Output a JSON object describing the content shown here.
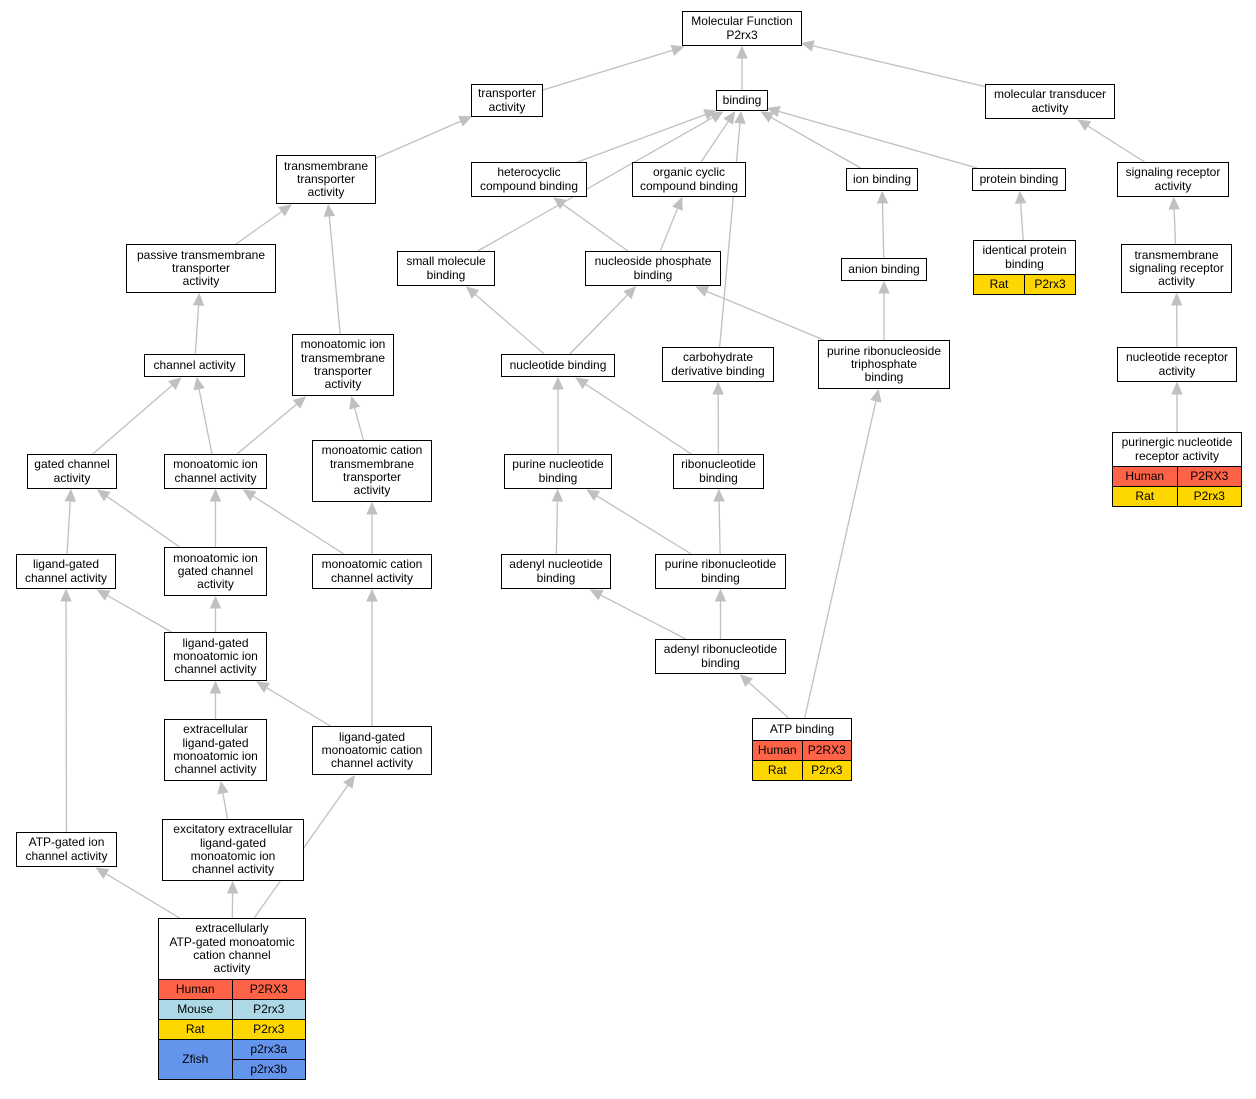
{
  "colors": {
    "human": "#ff6347",
    "mouse": "#add8e6",
    "rat": "#ffd700",
    "zfish": "#6495ed",
    "edge": "#c0c0c0"
  },
  "nodes": [
    {
      "id": "mf",
      "lines": [
        "Molecular Function",
        "P2rx3"
      ]
    },
    {
      "id": "transporter",
      "lines": [
        "transporter",
        "activity"
      ]
    },
    {
      "id": "binding",
      "lines": [
        "binding"
      ]
    },
    {
      "id": "mol-transducer",
      "lines": [
        "molecular transducer",
        "activity"
      ]
    },
    {
      "id": "tm-transporter",
      "lines": [
        "transmembrane",
        "transporter",
        "activity"
      ]
    },
    {
      "id": "heterocyclic",
      "lines": [
        "heterocyclic",
        "compound binding"
      ]
    },
    {
      "id": "organic-cyclic",
      "lines": [
        "organic cyclic",
        "compound binding"
      ]
    },
    {
      "id": "ion-binding",
      "lines": [
        "ion binding"
      ]
    },
    {
      "id": "protein-binding",
      "lines": [
        "protein binding"
      ]
    },
    {
      "id": "signaling-receptor",
      "lines": [
        "signaling receptor",
        "activity"
      ]
    },
    {
      "id": "passive-tm",
      "lines": [
        "passive transmembrane",
        "transporter",
        "activity"
      ]
    },
    {
      "id": "small-molecule",
      "lines": [
        "small molecule",
        "binding"
      ]
    },
    {
      "id": "nucleoside-phosphate",
      "lines": [
        "nucleoside phosphate",
        "binding"
      ]
    },
    {
      "id": "anion-binding",
      "lines": [
        "anion binding"
      ]
    },
    {
      "id": "identical-protein",
      "lines": [
        "identical protein",
        "binding"
      ],
      "orthologs": [
        {
          "species": "Rat",
          "color": "rat",
          "genes": [
            "P2rx3"
          ]
        }
      ]
    },
    {
      "id": "tm-signaling",
      "lines": [
        "transmembrane",
        "signaling receptor",
        "activity"
      ]
    },
    {
      "id": "channel",
      "lines": [
        "channel activity"
      ]
    },
    {
      "id": "ion-tm-transporter",
      "lines": [
        "monoatomic ion",
        "transmembrane",
        "transporter",
        "activity"
      ]
    },
    {
      "id": "nucleotide-binding",
      "lines": [
        "nucleotide binding"
      ]
    },
    {
      "id": "carbohydrate-deriv",
      "lines": [
        "carbohydrate",
        "derivative binding"
      ]
    },
    {
      "id": "purine-rnts",
      "lines": [
        "purine ribonucleoside",
        "triphosphate",
        "binding"
      ]
    },
    {
      "id": "nucleotide-receptor",
      "lines": [
        "nucleotide receptor",
        "activity"
      ]
    },
    {
      "id": "gated-channel",
      "lines": [
        "gated channel",
        "activity"
      ]
    },
    {
      "id": "ion-channel",
      "lines": [
        "monoatomic ion",
        "channel activity"
      ]
    },
    {
      "id": "cation-tm-transporter",
      "lines": [
        "monoatomic cation",
        "transmembrane",
        "transporter",
        "activity"
      ]
    },
    {
      "id": "purine-nucleotide",
      "lines": [
        "purine nucleotide",
        "binding"
      ]
    },
    {
      "id": "ribonucleotide",
      "lines": [
        "ribonucleotide",
        "binding"
      ]
    },
    {
      "id": "purinergic",
      "lines": [
        "purinergic nucleotide",
        "receptor activity"
      ],
      "orthologs": [
        {
          "species": "Human",
          "color": "human",
          "genes": [
            "P2RX3"
          ]
        },
        {
          "species": "Rat",
          "color": "rat",
          "genes": [
            "P2rx3"
          ]
        }
      ]
    },
    {
      "id": "ligand-gated-channel",
      "lines": [
        "ligand-gated",
        "channel activity"
      ]
    },
    {
      "id": "ion-gated-channel",
      "lines": [
        "monoatomic ion",
        "gated channel",
        "activity"
      ]
    },
    {
      "id": "cation-channel",
      "lines": [
        "monoatomic cation",
        "channel activity"
      ]
    },
    {
      "id": "adenyl-nucleotide",
      "lines": [
        "adenyl nucleotide",
        "binding"
      ]
    },
    {
      "id": "purine-ribonucleotide",
      "lines": [
        "purine ribonucleotide",
        "binding"
      ]
    },
    {
      "id": "lg-ion-channel",
      "lines": [
        "ligand-gated",
        "monoatomic ion",
        "channel activity"
      ]
    },
    {
      "id": "adenyl-ribonucleotide",
      "lines": [
        "adenyl ribonucleotide",
        "binding"
      ]
    },
    {
      "id": "ec-lg-ion-channel",
      "lines": [
        "extracellular",
        "ligand-gated",
        "monoatomic ion",
        "channel activity"
      ]
    },
    {
      "id": "lg-cation-channel",
      "lines": [
        "ligand-gated",
        "monoatomic cation",
        "channel activity"
      ]
    },
    {
      "id": "atp-binding",
      "lines": [
        "ATP binding"
      ],
      "orthologs": [
        {
          "species": "Human",
          "color": "human",
          "genes": [
            "P2RX3"
          ]
        },
        {
          "species": "Rat",
          "color": "rat",
          "genes": [
            "P2rx3"
          ]
        }
      ]
    },
    {
      "id": "atp-gated-ion",
      "lines": [
        "ATP-gated ion",
        "channel activity"
      ]
    },
    {
      "id": "excitatory-ec",
      "lines": [
        "excitatory extracellular",
        "ligand-gated",
        "monoatomic ion",
        "channel activity"
      ]
    },
    {
      "id": "ec-atp-gated",
      "lines": [
        "extracellularly",
        "ATP-gated monoatomic",
        "cation channel",
        "activity"
      ],
      "orthologs": [
        {
          "species": "Human",
          "color": "human",
          "genes": [
            "P2RX3"
          ]
        },
        {
          "species": "Mouse",
          "color": "mouse",
          "genes": [
            "P2rx3"
          ]
        },
        {
          "species": "Rat",
          "color": "rat",
          "genes": [
            "P2rx3"
          ]
        },
        {
          "species": "Zfish",
          "color": "zfish",
          "genes": [
            "p2rx3a",
            "p2rx3b"
          ]
        }
      ]
    }
  ],
  "edges": [
    [
      "transporter",
      "mf"
    ],
    [
      "binding",
      "mf"
    ],
    [
      "mol-transducer",
      "mf"
    ],
    [
      "tm-transporter",
      "transporter"
    ],
    [
      "heterocyclic",
      "binding"
    ],
    [
      "organic-cyclic",
      "binding"
    ],
    [
      "ion-binding",
      "binding"
    ],
    [
      "protein-binding",
      "binding"
    ],
    [
      "small-molecule",
      "binding"
    ],
    [
      "carbohydrate-deriv",
      "binding"
    ],
    [
      "signaling-receptor",
      "mol-transducer"
    ],
    [
      "passive-tm",
      "tm-transporter"
    ],
    [
      "ion-tm-transporter",
      "tm-transporter"
    ],
    [
      "nucleoside-phosphate",
      "heterocyclic"
    ],
    [
      "nucleoside-phosphate",
      "organic-cyclic"
    ],
    [
      "anion-binding",
      "ion-binding"
    ],
    [
      "identical-protein",
      "protein-binding"
    ],
    [
      "tm-signaling",
      "signaling-receptor"
    ],
    [
      "channel",
      "passive-tm"
    ],
    [
      "nucleotide-binding",
      "small-molecule"
    ],
    [
      "nucleotide-binding",
      "nucleoside-phosphate"
    ],
    [
      "purine-rnts",
      "nucleoside-phosphate"
    ],
    [
      "purine-rnts",
      "anion-binding"
    ],
    [
      "nucleotide-receptor",
      "tm-signaling"
    ],
    [
      "gated-channel",
      "channel"
    ],
    [
      "ion-channel",
      "channel"
    ],
    [
      "ion-channel",
      "ion-tm-transporter"
    ],
    [
      "cation-tm-transporter",
      "ion-tm-transporter"
    ],
    [
      "purine-nucleotide",
      "nucleotide-binding"
    ],
    [
      "ribonucleotide",
      "nucleotide-binding"
    ],
    [
      "ribonucleotide",
      "carbohydrate-deriv"
    ],
    [
      "purinergic",
      "nucleotide-receptor"
    ],
    [
      "ligand-gated-channel",
      "gated-channel"
    ],
    [
      "ion-gated-channel",
      "gated-channel"
    ],
    [
      "ion-gated-channel",
      "ion-channel"
    ],
    [
      "cation-channel",
      "ion-channel"
    ],
    [
      "cation-channel",
      "cation-tm-transporter"
    ],
    [
      "adenyl-nucleotide",
      "purine-nucleotide"
    ],
    [
      "purine-ribonucleotide",
      "purine-nucleotide"
    ],
    [
      "purine-ribonucleotide",
      "ribonucleotide"
    ],
    [
      "lg-ion-channel",
      "ligand-gated-channel"
    ],
    [
      "lg-ion-channel",
      "ion-gated-channel"
    ],
    [
      "adenyl-ribonucleotide",
      "adenyl-nucleotide"
    ],
    [
      "adenyl-ribonucleotide",
      "purine-ribonucleotide"
    ],
    [
      "ec-lg-ion-channel",
      "lg-ion-channel"
    ],
    [
      "lg-cation-channel",
      "lg-ion-channel"
    ],
    [
      "lg-cation-channel",
      "cation-channel"
    ],
    [
      "atp-binding",
      "adenyl-ribonucleotide"
    ],
    [
      "atp-binding",
      "purine-rnts"
    ],
    [
      "atp-gated-ion",
      "ligand-gated-channel"
    ],
    [
      "excitatory-ec",
      "ec-lg-ion-channel"
    ],
    [
      "ec-atp-gated",
      "atp-gated-ion"
    ],
    [
      "ec-atp-gated",
      "excitatory-ec"
    ],
    [
      "ec-atp-gated",
      "lg-cation-channel"
    ]
  ]
}
